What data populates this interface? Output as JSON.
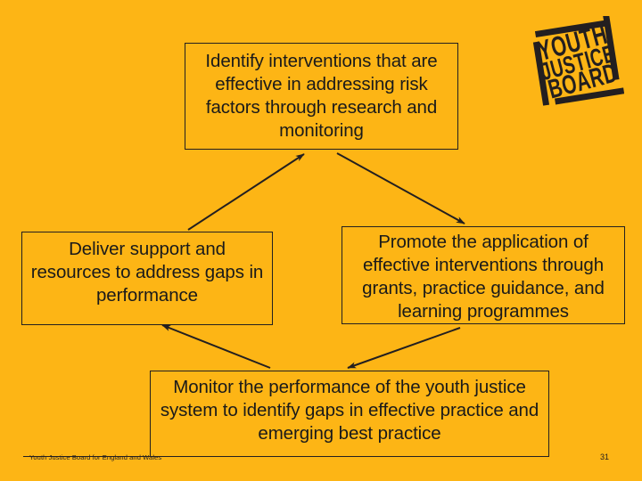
{
  "slide": {
    "background_color": "#FDB515",
    "line_color": "#231F20",
    "page_number": "31",
    "footer_text": "Youth Justice Board for England and Wales"
  },
  "logo": {
    "name": "youth-justice-board-logo",
    "line1": "YOUTH",
    "line2": "JUSTICE",
    "line3": "BOARD"
  },
  "diagram": {
    "type": "cycle",
    "boxes": [
      {
        "id": "identify",
        "text": "Identify interventions that are effective in addressing risk factors through research and monitoring"
      },
      {
        "id": "promote",
        "text": "Promote the application of effective interventions through grants, practice guidance, and learning programmes"
      },
      {
        "id": "monitor",
        "text": "Monitor the performance of the youth justice system to identify gaps in effective practice and emerging best practice"
      },
      {
        "id": "deliver",
        "text": "Deliver support and resources to address gaps in performance"
      }
    ],
    "arrows": [
      {
        "id": "identify-to-promote",
        "from": "identify",
        "to": "promote"
      },
      {
        "id": "promote-to-monitor",
        "from": "promote",
        "to": "monitor"
      },
      {
        "id": "monitor-to-deliver",
        "from": "monitor",
        "to": "deliver"
      },
      {
        "id": "deliver-to-identify",
        "from": "deliver",
        "to": "identify"
      }
    ]
  }
}
